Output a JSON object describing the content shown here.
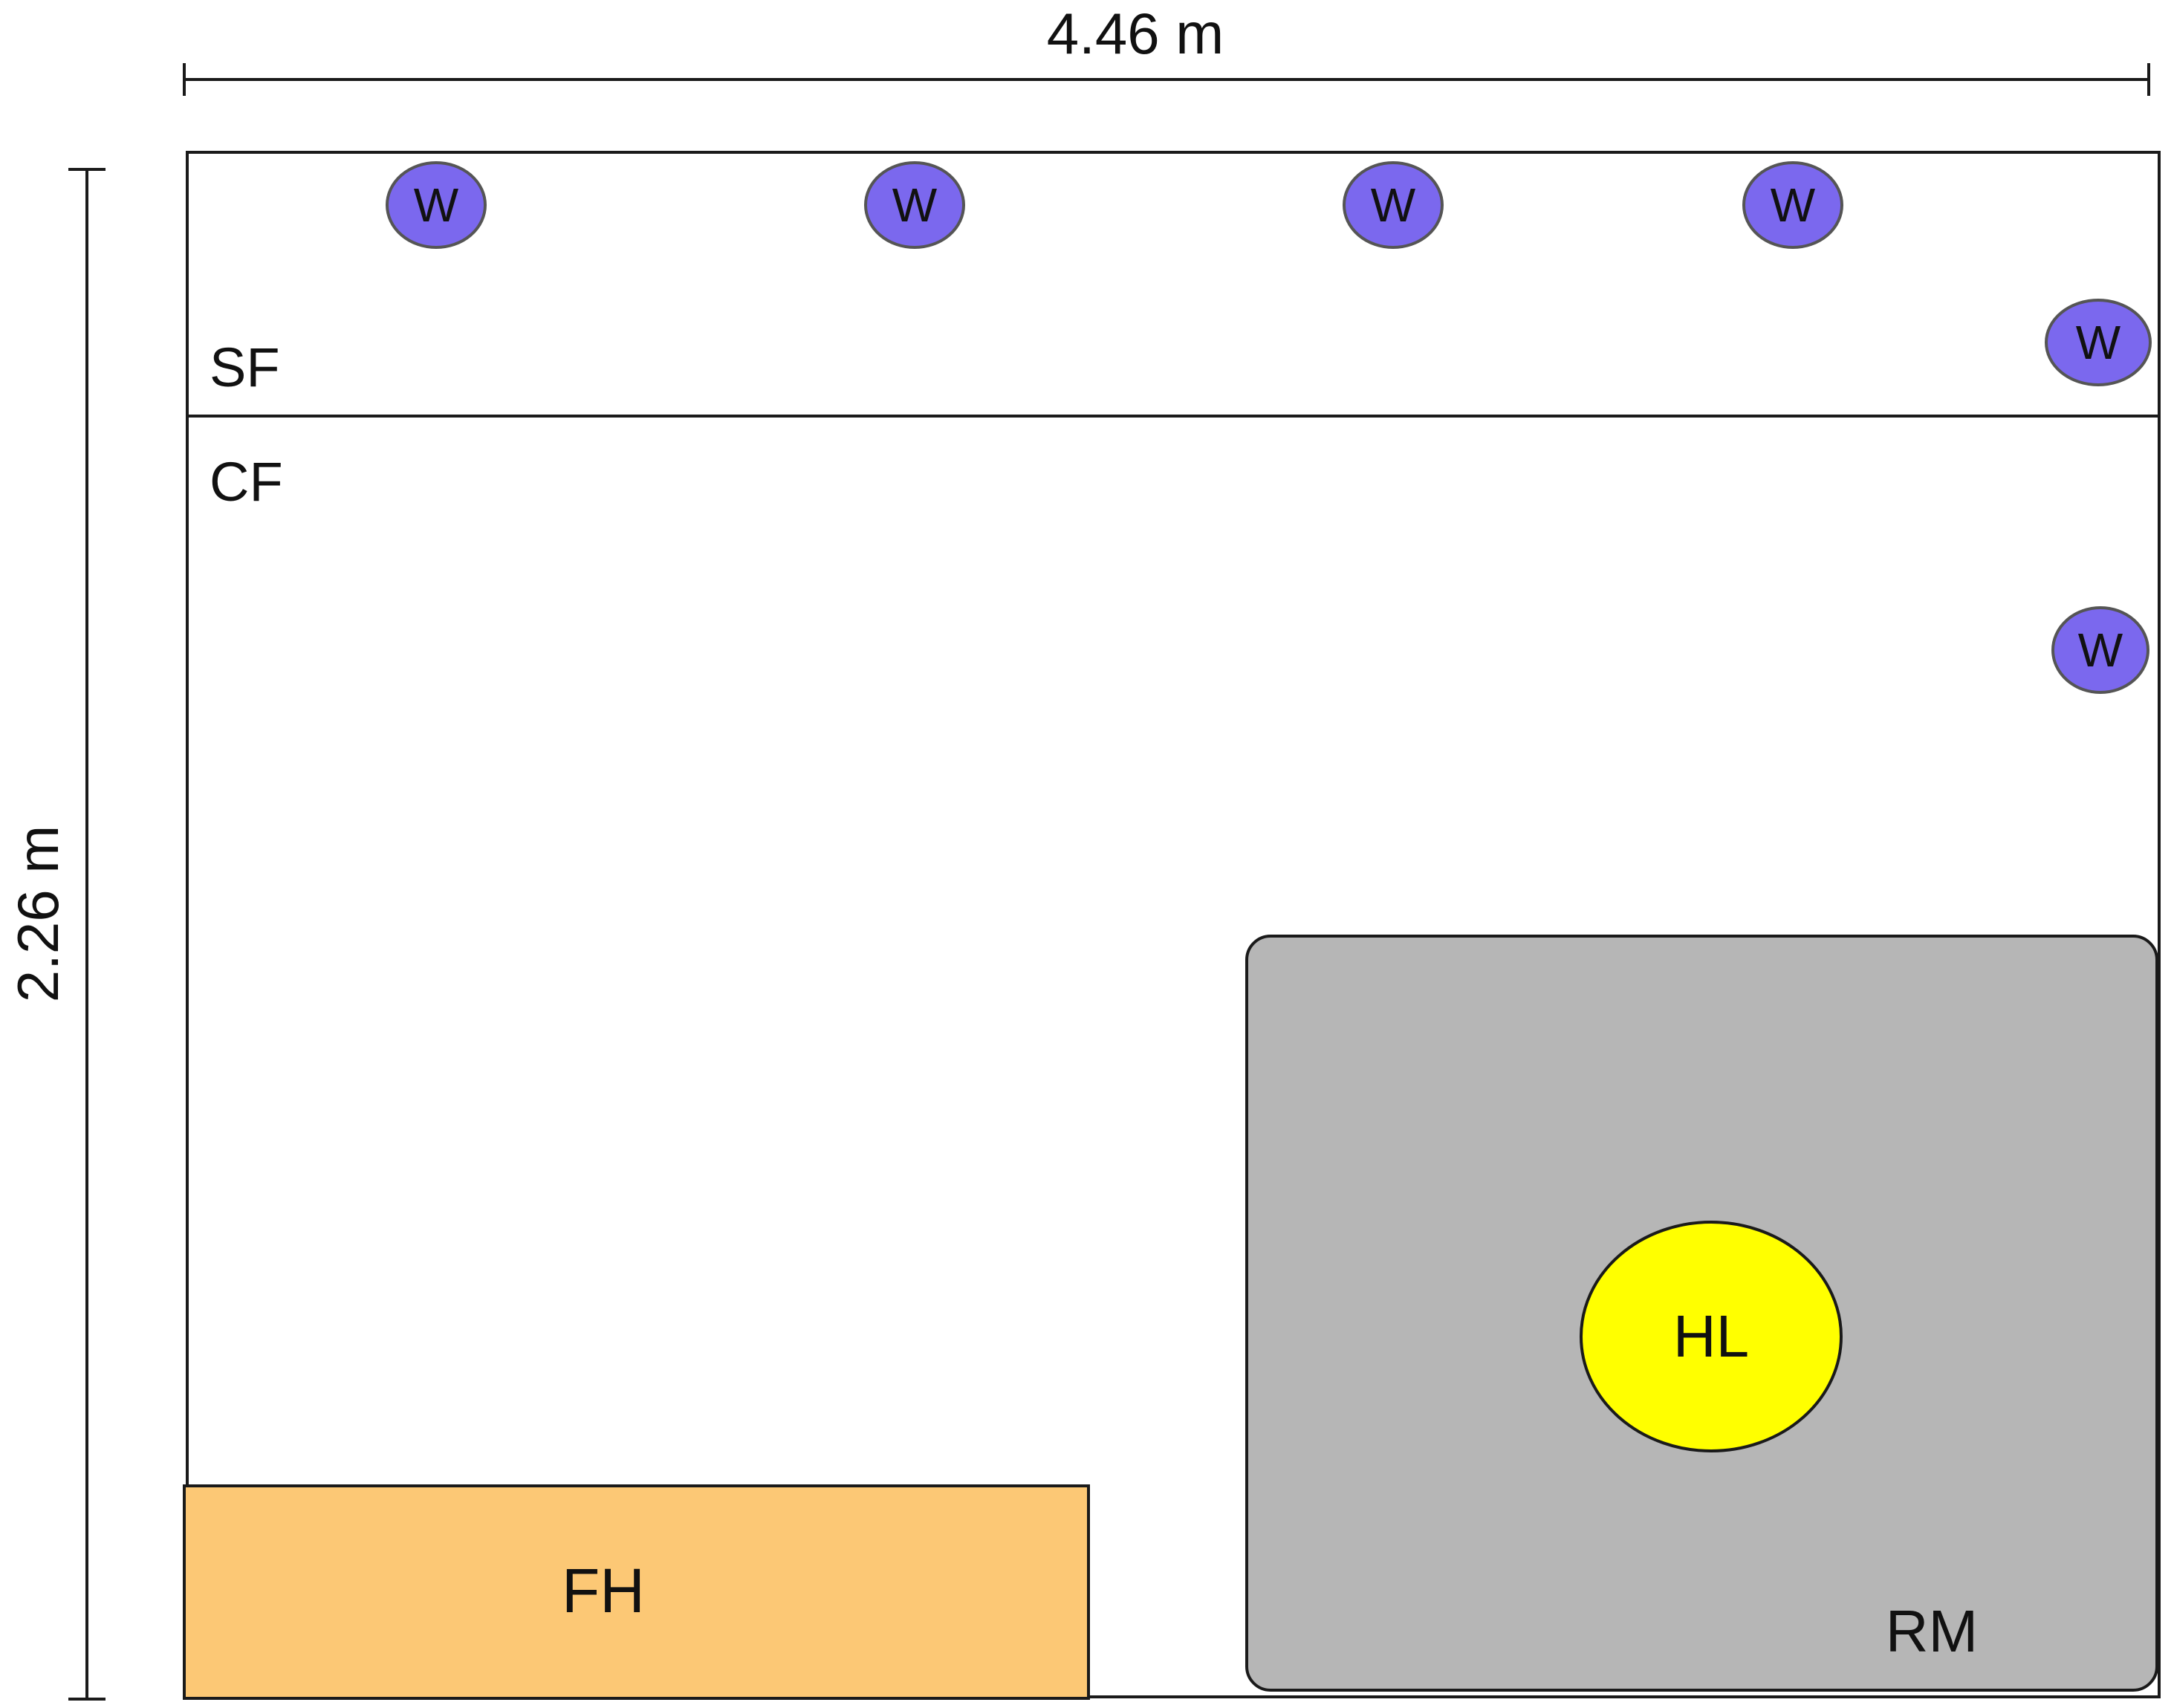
{
  "dimensions": {
    "width_label": "4.46 m",
    "height_label": "2.26 m"
  },
  "zones": {
    "sf_label": "SF",
    "cf_label": "CF"
  },
  "areas": {
    "fh_label": "FH",
    "rm_label": "RM",
    "hl_label": "HL"
  },
  "markers": [
    {
      "label": "W"
    },
    {
      "label": "W"
    },
    {
      "label": "W"
    },
    {
      "label": "W"
    },
    {
      "label": "W"
    },
    {
      "label": "W"
    }
  ],
  "colors": {
    "marker_fill": "#7b68ee",
    "fh_fill": "#fcc875",
    "rm_fill": "#b6b6b6",
    "hl_fill": "#ffff00",
    "line": "#1a1a1a"
  }
}
